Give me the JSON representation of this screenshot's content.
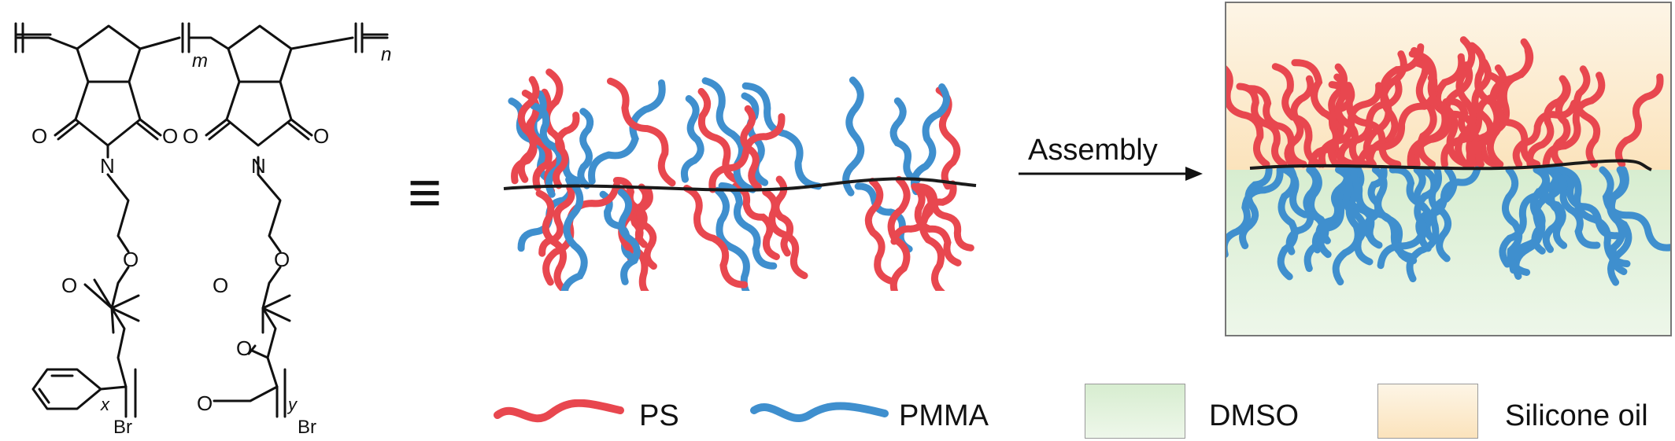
{
  "structure": {
    "atoms": {
      "o_imide_left_1": "O",
      "o_imide_right_1": "O",
      "n_1": "N",
      "o_ester_ring_1": "O",
      "o_carbonyl_1": "O",
      "br_1": "Br",
      "o_imide_left_2": "O",
      "o_imide_right_2": "O",
      "n_2": "N",
      "o_ester_ring_2": "O",
      "o_carbonyl_2": "O",
      "o_side_carbonyl_2": "O",
      "o_side_ether_2": "O",
      "br_2": "Br"
    },
    "subscripts": {
      "m": "m",
      "n": "n",
      "x": "x",
      "y": "y"
    }
  },
  "equivalence_symbol": "≡",
  "arrow_label": "Assembly",
  "legend": [
    {
      "key": "ps",
      "label": "PS",
      "color": "#e8474f"
    },
    {
      "key": "pmma",
      "label": "PMMA",
      "color": "#3f8fce"
    },
    {
      "key": "dmso",
      "label": "DMSO",
      "color": "#e3f1dd"
    },
    {
      "key": "silicone",
      "label": "Silicone oil",
      "color": "#fbe5c2"
    }
  ],
  "colors": {
    "ps_chain": "#e8474f",
    "pmma_chain": "#3f8fce",
    "backbone": "#1a1a1a",
    "dmso_phase": "#e3f1dd",
    "silicone_phase": "#fbe5c2"
  }
}
